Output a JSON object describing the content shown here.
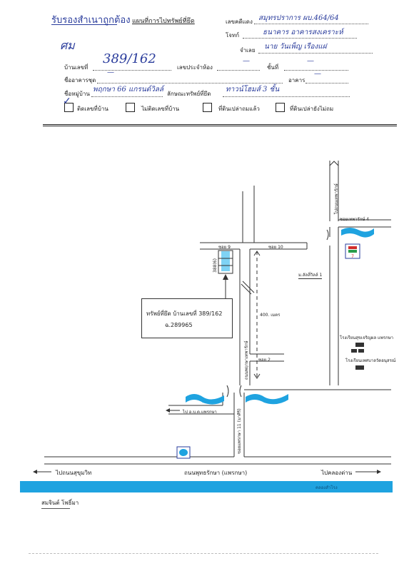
{
  "header": {
    "certified_stamp": "รับรองสำเนาถูกต้อง",
    "map_title": "แผนที่การไปทรัพย์ที่ยึด",
    "signature_initials": "ศม",
    "case_no_label": "เลขคดีแดง",
    "case_no_value": "สมุทรปราการ ผบ.464/64",
    "plaintiff_label": "โจทก์",
    "plaintiff_value": "ธนาคาร อาคารสงเคราะห์",
    "defendant_label": "จำเลย",
    "defendant_value": "นาย วันเพ็ญ เรืองแฝ"
  },
  "form": {
    "house_no_label": "บ้านเลขที่",
    "house_no_value": "389/162",
    "room_no_label": "เลขประจำห้อง",
    "room_no_value": "—",
    "floor_label": "ชั้นที่",
    "floor_value": "—",
    "building_name_label": "ชื่ออาคารชุด",
    "building_name_value": "—",
    "building_label": "อาคาร",
    "building_value": "—",
    "village_label": "ชื่อหมู่บ้าน",
    "village_value": "พฤกษา 66 แกรนด์วิลล์",
    "property_type_label": "ลักษณะทรัพย์ที่ยึด",
    "property_type_value": "ทาวน์โฮมส์ 3 ชั้น",
    "checkboxes": [
      {
        "label": "ติดเลขที่บ้าน",
        "checked": true
      },
      {
        "label": "ไม่ติดเลขที่บ้าน",
        "checked": false
      },
      {
        "label": "ที่ดินเปล่าถมแล้ว",
        "checked": false
      },
      {
        "label": "ที่ดินเปล่ายังไม่ถม",
        "checked": false
      }
    ]
  },
  "map": {
    "road_north_label": "ไปถนนเทพารักษ์",
    "soi_teparak_4": "ซอยเทพารักษ์ 4",
    "soi_9": "ซอย 9",
    "soi_10": "ซอย 10",
    "plot_label": "388(6)",
    "village_entry": "ม.ลัลลี่วิลล์ 1",
    "distance": "400. เมตร",
    "soi_2": "ซอย 2",
    "school_1": "โรงเรียนสุขเจริญผล แพรกษา",
    "school_2": "โรงเรียนเทศบาลวัดอนุสรณ์",
    "street_village": "ถนนพฤกษาเทพารักษ์",
    "to_praeksa": "ไป อ.บ.ต.แพรกษา",
    "soi_praeksa_111": "ซอยแพรกษา 11 (มาศิริ)",
    "road_to_sukhumvit": "ไปถนนสุขุมวิท",
    "main_road": "ถนนพุทธรักษา (แพรกษา)",
    "road_to_khlong": "ไปคลองด่าน",
    "canal_label": "คลองสำโรง",
    "property_box_line1": "ทรัพย์ที่ยึด บ้านเลขที่ 389/162",
    "property_box_line2": "ฉ.289965",
    "store_icon": "seven-eleven-icon",
    "bank_icon": "bank-logo-icon"
  },
  "footer": {
    "surveyor_name": "สมจินต์ โพธิ์มา"
  },
  "colors": {
    "water": "#1fa3e0",
    "ink": "#2a3c9c",
    "line": "#333333"
  }
}
